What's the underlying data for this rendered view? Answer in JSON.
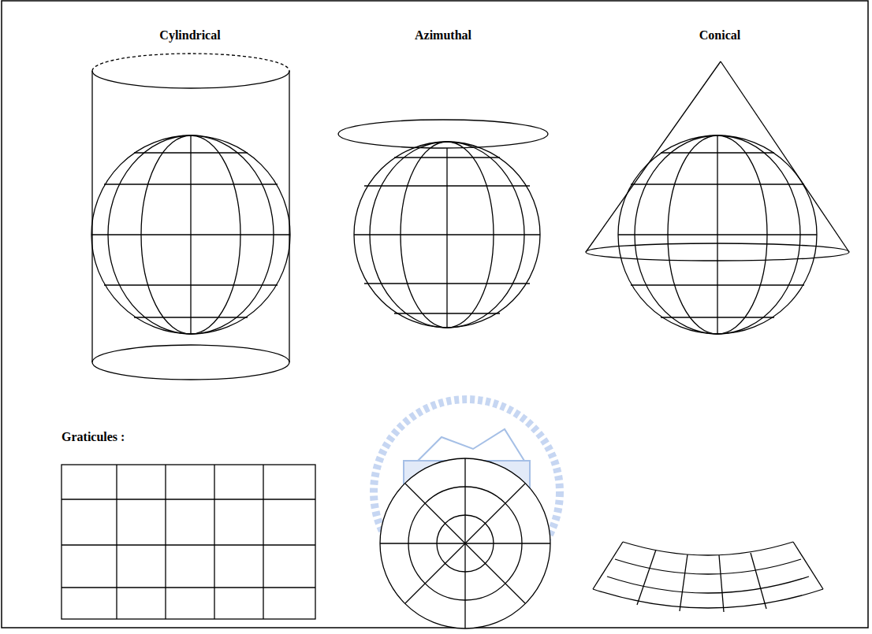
{
  "diagram": {
    "labels": [
      "Cylindrical",
      "Azimuthal",
      "Conical",
      "Graticules :"
    ]
  }
}
